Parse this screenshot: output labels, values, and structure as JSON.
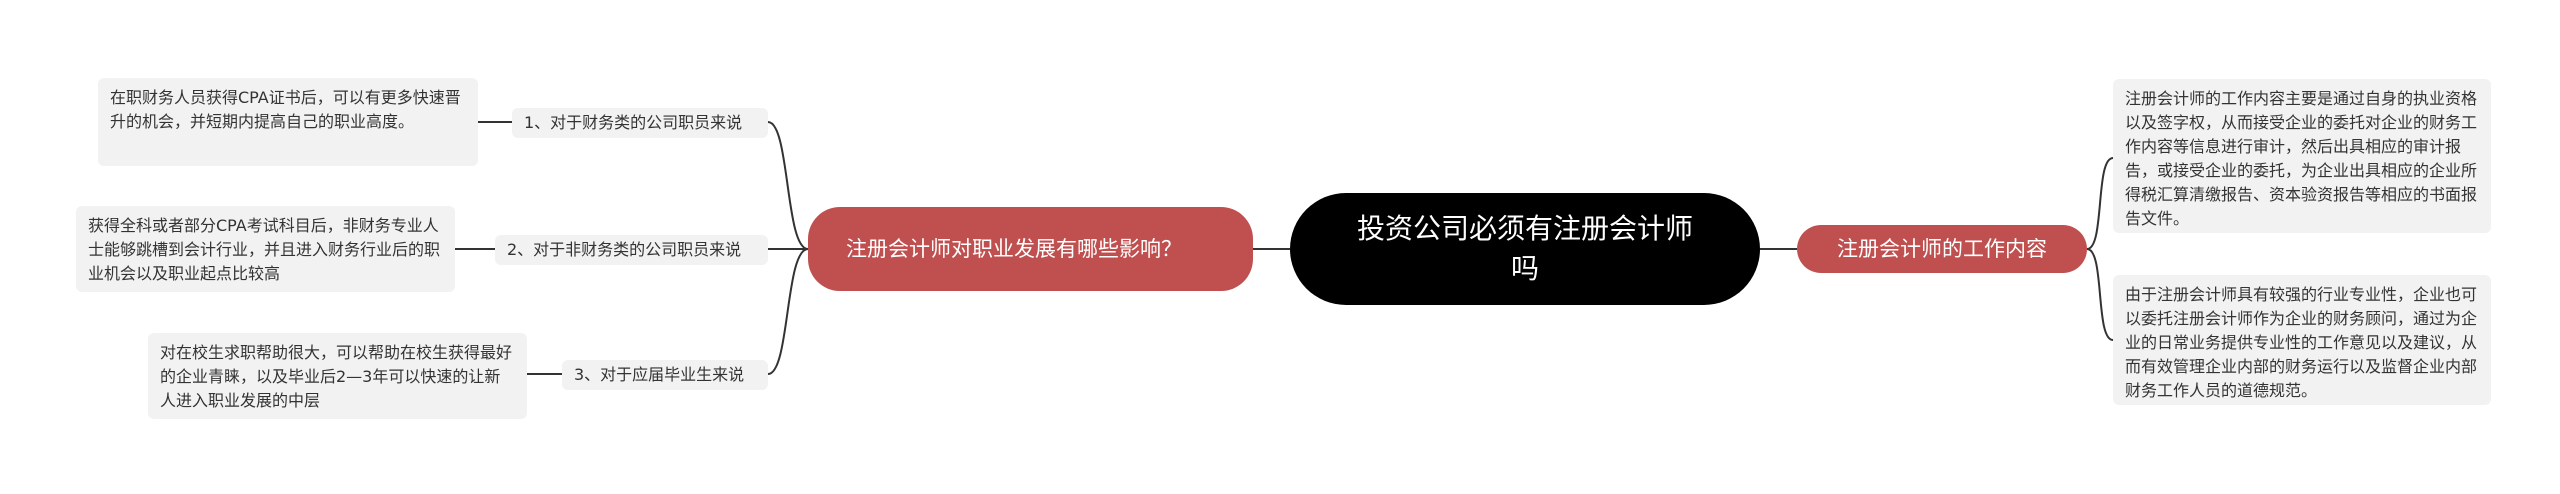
{
  "root": {
    "title": "投资公司必须有注册会计师吗"
  },
  "left_branch": {
    "label": "注册会计师对职业发展有哪些影响？",
    "children": [
      {
        "label": "1、对于财务类的公司职员来说",
        "detail": "在职财务人员获得CPA证书后，可以有更多快速晋升的机会，并短期内提高自己的职业高度。"
      },
      {
        "label": "2、对于非财务类的公司职员来说",
        "detail": "获得全科或者部分CPA考试科目后，非财务专业人士能够跳槽到会计行业，并且进入财务行业后的职业机会以及职业起点比较高"
      },
      {
        "label": "3、对于应届毕业生来说",
        "detail": "对在校生求职帮助很大，可以帮助在校生获得最好的企业青睐，以及毕业后2—3年可以快速的让新人进入职业发展的中层"
      }
    ]
  },
  "right_branch": {
    "label": "注册会计师的工作内容",
    "children": [
      {
        "detail": "注册会计师的工作内容主要是通过自身的执业资格以及签字权，从而接受企业的委托对企业的财务工作内容等信息进行审计，然后出具相应的审计报告，或接受企业的委托，为企业出具相应的企业所得税汇算清缴报告、资本验资报告等相应的书面报告文件。"
      },
      {
        "detail": "由于注册会计师具有较强的行业专业性，企业也可以委托注册会计师作为企业的财务顾问，通过为企业的日常业务提供专业性的工作意见以及建议，从而有效管理企业内部的财务运行以及监督企业内部财务工作人员的道德规范。"
      }
    ]
  },
  "colors": {
    "root_bg": "#000000",
    "branch_bg": "#c05050",
    "leaf_bg": "#f2f2f2",
    "line": "#333333"
  }
}
